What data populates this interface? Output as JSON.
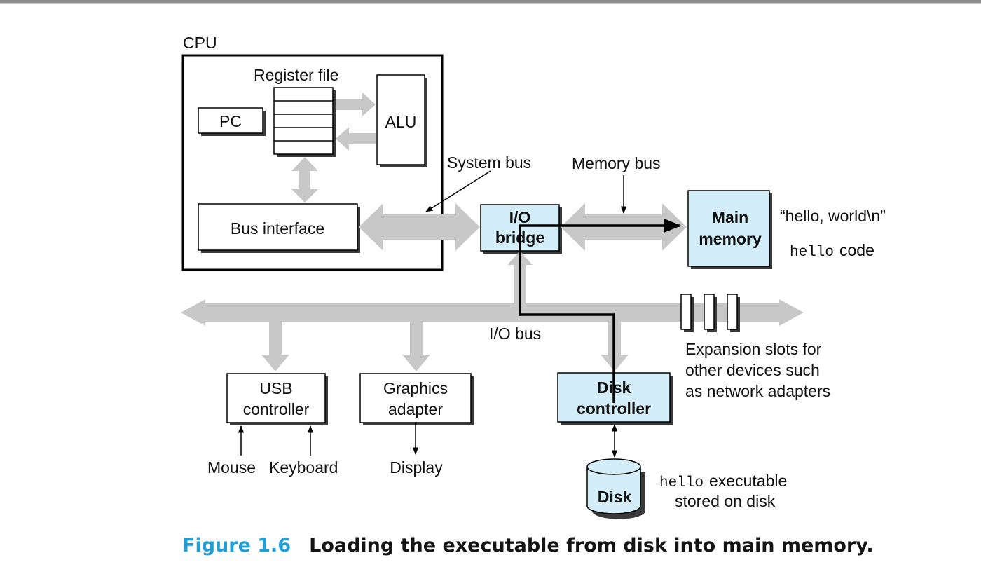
{
  "cpu": {
    "label": "CPU",
    "register_file_label": "Register file",
    "pc_label": "PC",
    "alu_label": "ALU",
    "bus_interface_label": "Bus interface"
  },
  "buses": {
    "system_bus": "System bus",
    "memory_bus": "Memory bus",
    "io_bus": "I/O bus"
  },
  "io_bridge": {
    "line1": "I/O",
    "line2": "bridge"
  },
  "main_memory": {
    "line1": "Main",
    "line2": "memory",
    "content_string": "“hello, world\\n”",
    "content_code_mono": "hello",
    "content_code_rest": "code"
  },
  "usb_controller": {
    "line1": "USB",
    "line2": "controller"
  },
  "graphics_adapter": {
    "line1": "Graphics",
    "line2": "adapter"
  },
  "disk_controller": {
    "line1": "Disk",
    "line2": "controller"
  },
  "devices": {
    "mouse": "Mouse",
    "keyboard": "Keyboard",
    "display": "Display",
    "disk": "Disk"
  },
  "expansion_slots": {
    "line1": "Expansion slots for",
    "line2": "other devices such",
    "line3": "as network adapters"
  },
  "disk_note": {
    "line1_mono": "hello",
    "line1_rest": "executable",
    "line2": "stored on disk"
  },
  "caption": {
    "figure_number": "Figure 1.6",
    "title": "Loading the executable from disk into main memory."
  },
  "colors": {
    "highlight_box_fill": "#d4eef9",
    "bus_gray": "#c8c8c8",
    "caption_accent": "#1e9fd8"
  }
}
